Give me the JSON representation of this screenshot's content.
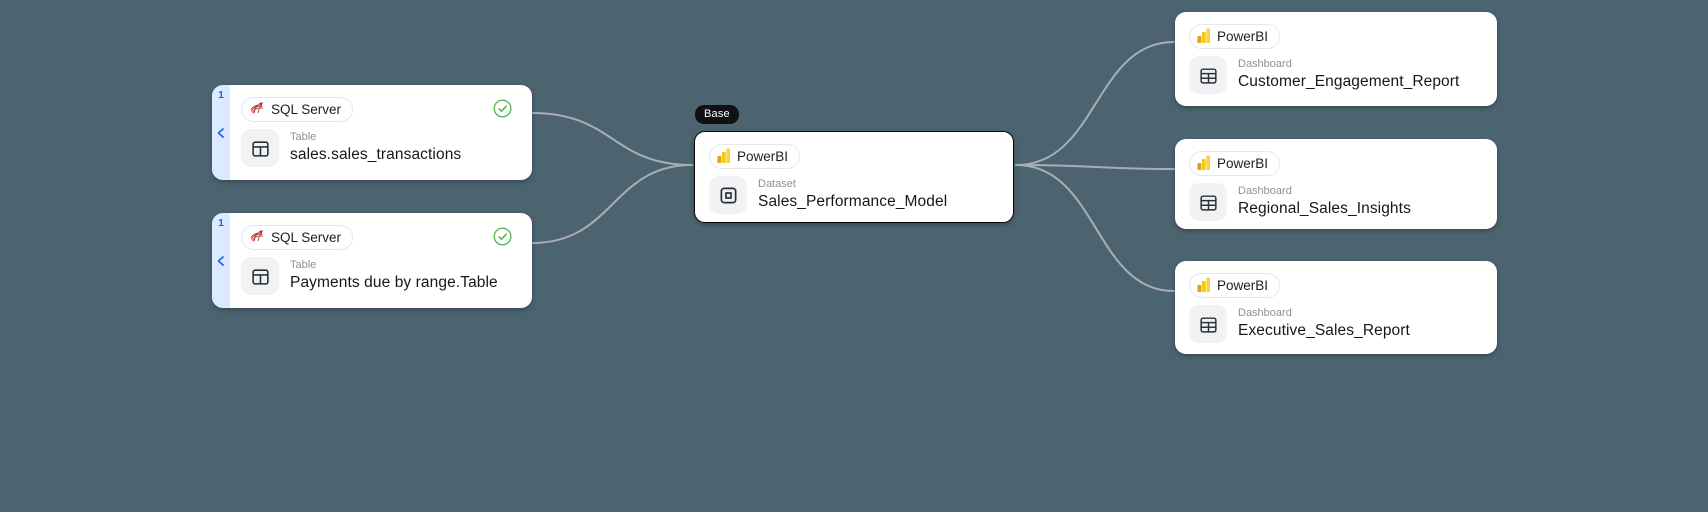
{
  "colors": {
    "bg": "#4c6470",
    "edge": "#a9aeb4",
    "accent": "#2563eb",
    "check": "#58b75c",
    "badge": "#101113",
    "strip": "#dbeafe",
    "chip": "#f1f2f4",
    "label": "#8b919b",
    "name": "#15171b",
    "powerbi_yellow": "#f2c811",
    "sqlserver_red": "#b5312f"
  },
  "nodes": {
    "left": [
      {
        "count_badge": "1",
        "source": "SQL Server",
        "type": "Table",
        "name": "sales.sales_transactions",
        "status": "verified"
      },
      {
        "count_badge": "1",
        "source": "SQL Server",
        "type": "Table",
        "name": "Payments due by range.Table",
        "status": "verified"
      }
    ],
    "center": {
      "badge": "Base",
      "source": "PowerBI",
      "type": "Dataset",
      "name": "Sales_Performance_Model"
    },
    "right": [
      {
        "source": "PowerBI",
        "type": "Dashboard",
        "name": "Customer_Engagement_Report"
      },
      {
        "source": "PowerBI",
        "type": "Dashboard",
        "name": "Regional_Sales_Insights"
      },
      {
        "source": "PowerBI",
        "type": "Dashboard",
        "name": "Executive_Sales_Report"
      }
    ]
  }
}
